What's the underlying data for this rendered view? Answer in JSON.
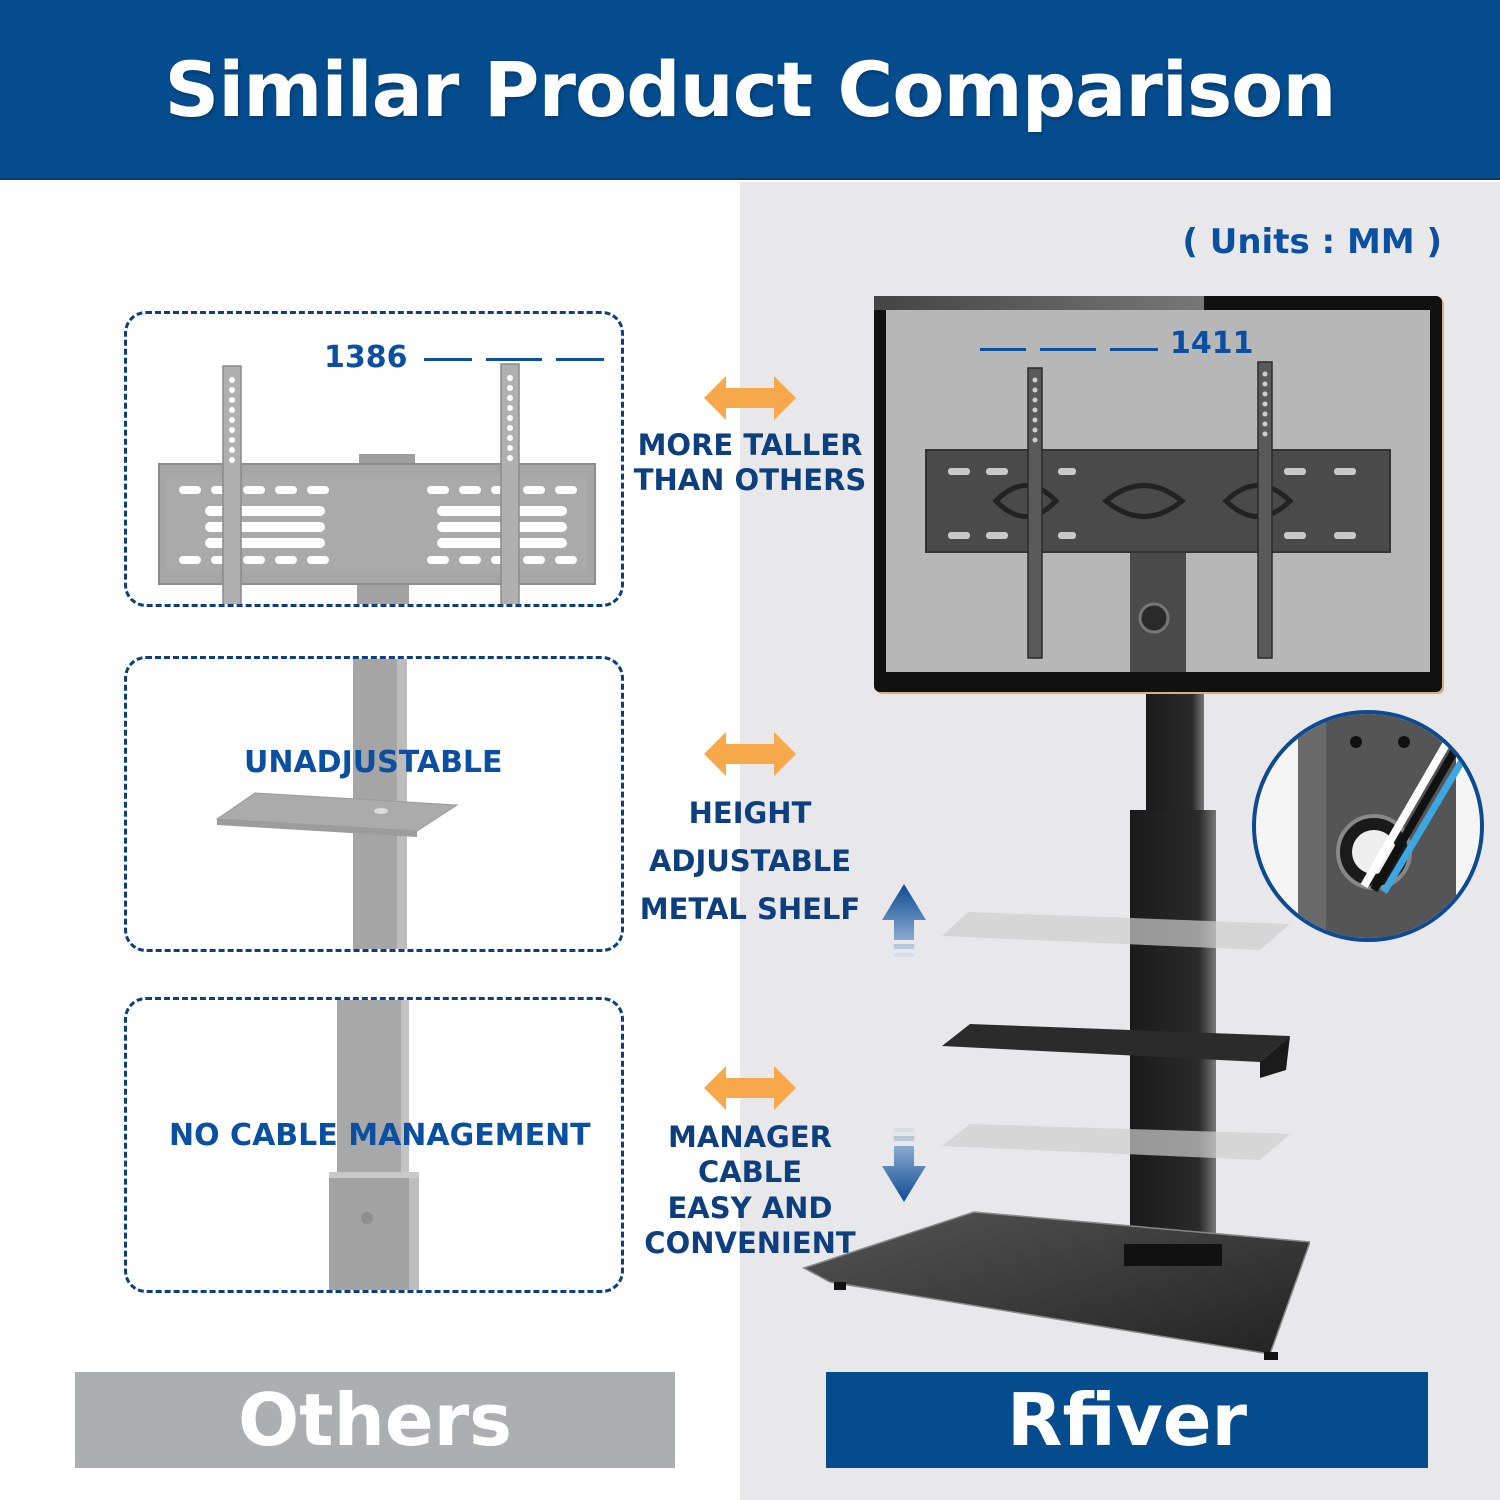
{
  "header": {
    "title": "Similar Product Comparison"
  },
  "units_note": "( Units : MM )",
  "others": {
    "label": "Others",
    "height_mm": "1386",
    "panels": [
      {
        "label": ""
      },
      {
        "label": "UNADJUSTABLE"
      },
      {
        "label": "NO CABLE MANAGEMENT"
      }
    ]
  },
  "rfiver": {
    "label": "Rfiver",
    "height_mm": "1411"
  },
  "features": [
    {
      "lines": [
        "MORE TALLER",
        "THAN OTHERS"
      ]
    },
    {
      "lines": [
        "HEIGHT",
        "ADJUSTABLE",
        "METAL SHELF"
      ]
    },
    {
      "lines": [
        "MANAGER",
        "CABLE",
        "EASY AND",
        "CONVENIENT"
      ]
    }
  ],
  "colors": {
    "brand_blue": "#044c8e",
    "text_blue": "#0b4fa0",
    "orange_arrow": "#f7a84a",
    "others_gray": "#adaeb1",
    "right_bg": "#e8e8ea"
  },
  "icons": {
    "feature_arrow": "double-headed-horizontal-arrow-icon",
    "shelf_up": "up-arrow-icon",
    "shelf_down": "down-arrow-icon"
  }
}
